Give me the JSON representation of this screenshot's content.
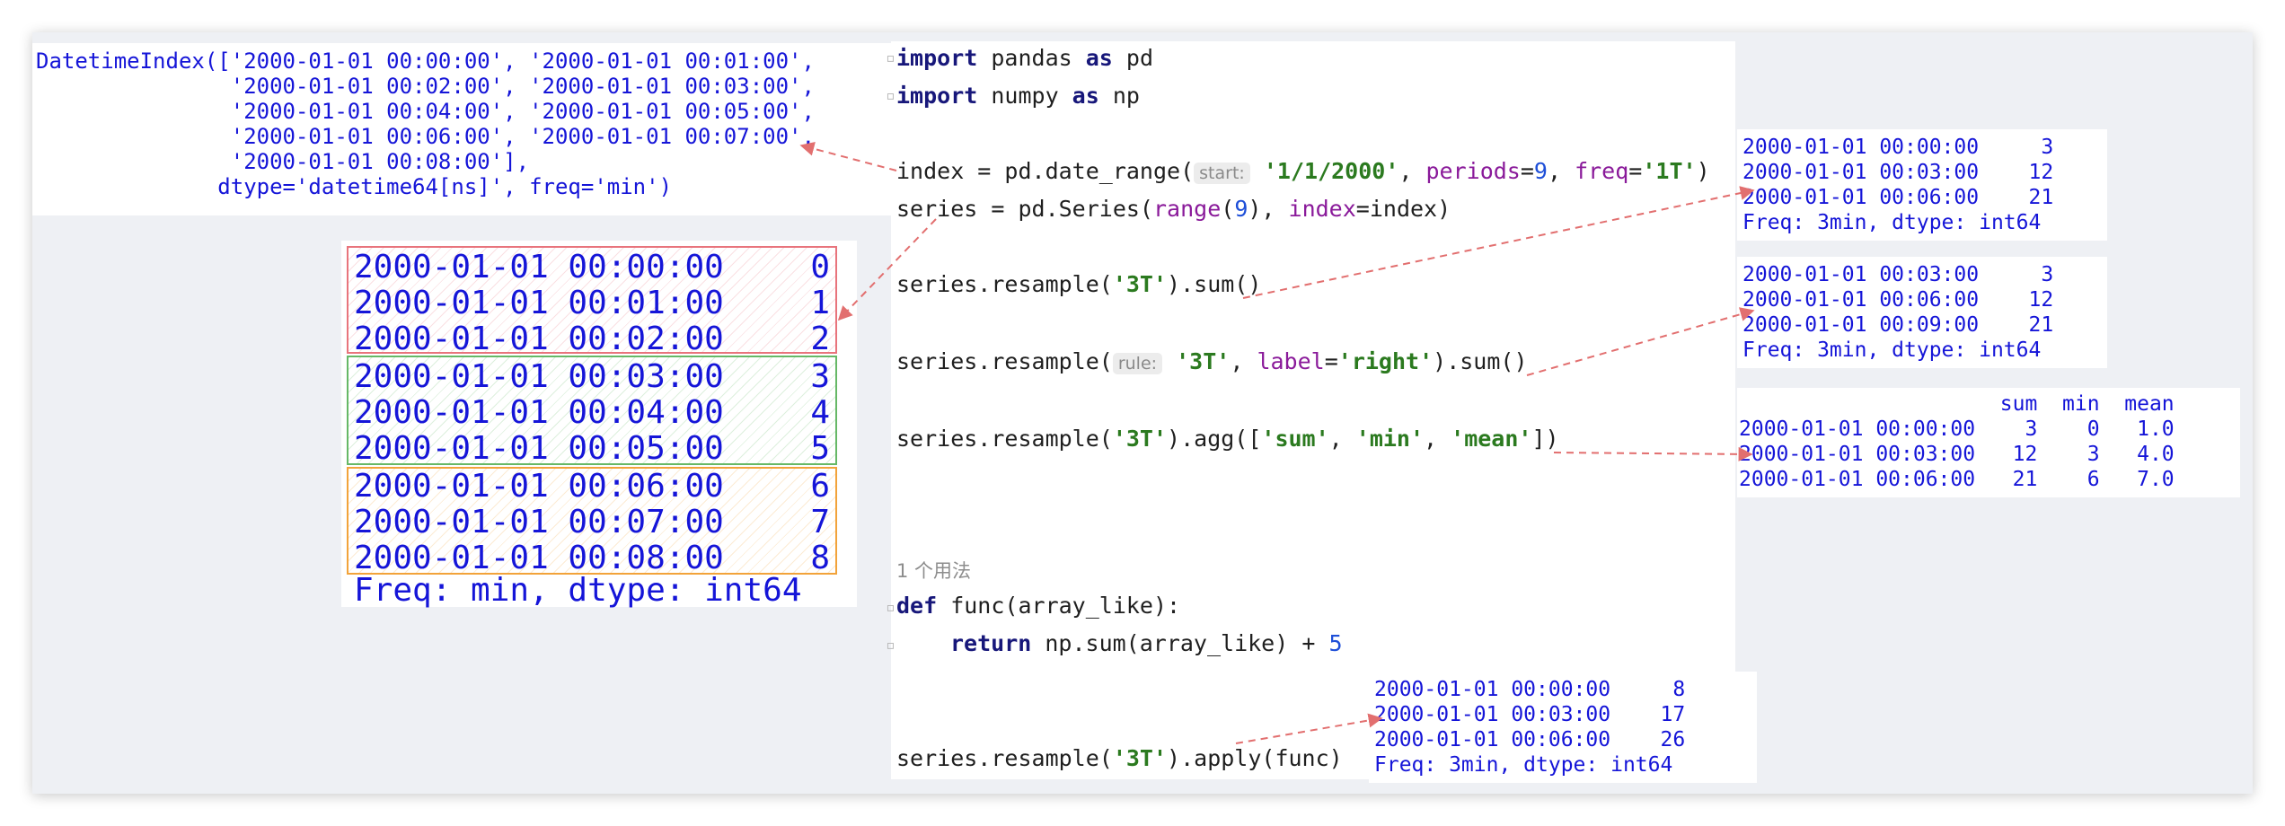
{
  "datetime_index": {
    "lines": [
      "DatetimeIndex(['2000-01-01 00:00:00', '2000-01-01 00:01:00',",
      "               '2000-01-01 00:02:00', '2000-01-01 00:03:00',",
      "               '2000-01-01 00:04:00', '2000-01-01 00:05:00',",
      "               '2000-01-01 00:06:00', '2000-01-01 00:07:00',",
      "               '2000-01-01 00:08:00'],",
      "              dtype='datetime64[ns]', freq='min')"
    ]
  },
  "series_table": {
    "rows": [
      {
        "ts": "2000-01-01 00:00:00",
        "val": "0"
      },
      {
        "ts": "2000-01-01 00:01:00",
        "val": "1"
      },
      {
        "ts": "2000-01-01 00:02:00",
        "val": "2"
      },
      {
        "ts": "2000-01-01 00:03:00",
        "val": "3"
      },
      {
        "ts": "2000-01-01 00:04:00",
        "val": "4"
      },
      {
        "ts": "2000-01-01 00:05:00",
        "val": "5"
      },
      {
        "ts": "2000-01-01 00:06:00",
        "val": "6"
      },
      {
        "ts": "2000-01-01 00:07:00",
        "val": "7"
      },
      {
        "ts": "2000-01-01 00:08:00",
        "val": "8"
      }
    ],
    "footer": "Freq: min, dtype: int64",
    "group_colors": [
      "#e8747c",
      "#66b866",
      "#f2a33a"
    ]
  },
  "code": {
    "l1_kw1": "import",
    "l1_mod": " pandas ",
    "l1_kw2": "as",
    "l1_alias": " pd",
    "l2_kw1": "import",
    "l2_mod": " numpy ",
    "l2_kw2": "as",
    "l2_alias": " np",
    "l3_a": "index = pd.date_range(",
    "l3_hint": "start:",
    "l3_str1": "'1/1/2000'",
    "l3_c1": ", ",
    "l3_p1": "periods",
    "l3_eq1": "=",
    "l3_n1": "9",
    "l3_c2": ", ",
    "l3_p2": "freq",
    "l3_eq2": "=",
    "l3_str2": "'1T'",
    "l3_end": ")",
    "l4_a": "series = pd.Series(",
    "l4_fn": "range",
    "l4_b": "(",
    "l4_n": "9",
    "l4_c": "), ",
    "l4_p": "index",
    "l4_d": "=index)",
    "l5_a": "series.resample(",
    "l5_s": "'3T'",
    "l5_b": ").sum()",
    "l6_a": "series.resample(",
    "l6_hint": "rule:",
    "l6_s1": "'3T'",
    "l6_c": ", ",
    "l6_p": "label",
    "l6_eq": "=",
    "l6_s2": "'right'",
    "l6_b": ").sum()",
    "l7_a": "series.resample(",
    "l7_s1": "'3T'",
    "l7_b": ").agg([",
    "l7_s2": "'sum'",
    "l7_c1": ", ",
    "l7_s3": "'min'",
    "l7_c2": ", ",
    "l7_s4": "'mean'",
    "l7_e": "])",
    "usage": "1 个用法",
    "l8_kw": "def",
    "l8_a": " func(array_like):",
    "l9_kw": "return",
    "l9_a": " np.sum(array_like) + ",
    "l9_n": "5",
    "l10_a": "series.resample(",
    "l10_s": "'3T'",
    "l10_b": ").apply(func)"
  },
  "results": {
    "sum": [
      "2000-01-01 00:00:00     3",
      "2000-01-01 00:03:00    12",
      "2000-01-01 00:06:00    21",
      "Freq: 3min, dtype: int64"
    ],
    "sum_right": [
      "2000-01-01 00:03:00     3",
      "2000-01-01 00:06:00    12",
      "2000-01-01 00:09:00    21",
      "Freq: 3min, dtype: int64"
    ],
    "agg": [
      "                     sum  min  mean",
      "2000-01-01 00:00:00    3    0   1.0",
      "2000-01-01 00:03:00   12    3   4.0",
      "2000-01-01 00:06:00   21    6   7.0"
    ],
    "apply": [
      "2000-01-01 00:00:00     8",
      "2000-01-01 00:03:00    17",
      "2000-01-01 00:06:00    26",
      "Freq: 3min, dtype: int64"
    ]
  },
  "colors": {
    "output_text": "#1515d8",
    "arrow": "#e26f6f",
    "keyword": "#17177a",
    "string": "#2b7a1f",
    "param": "#8a1a9a"
  }
}
